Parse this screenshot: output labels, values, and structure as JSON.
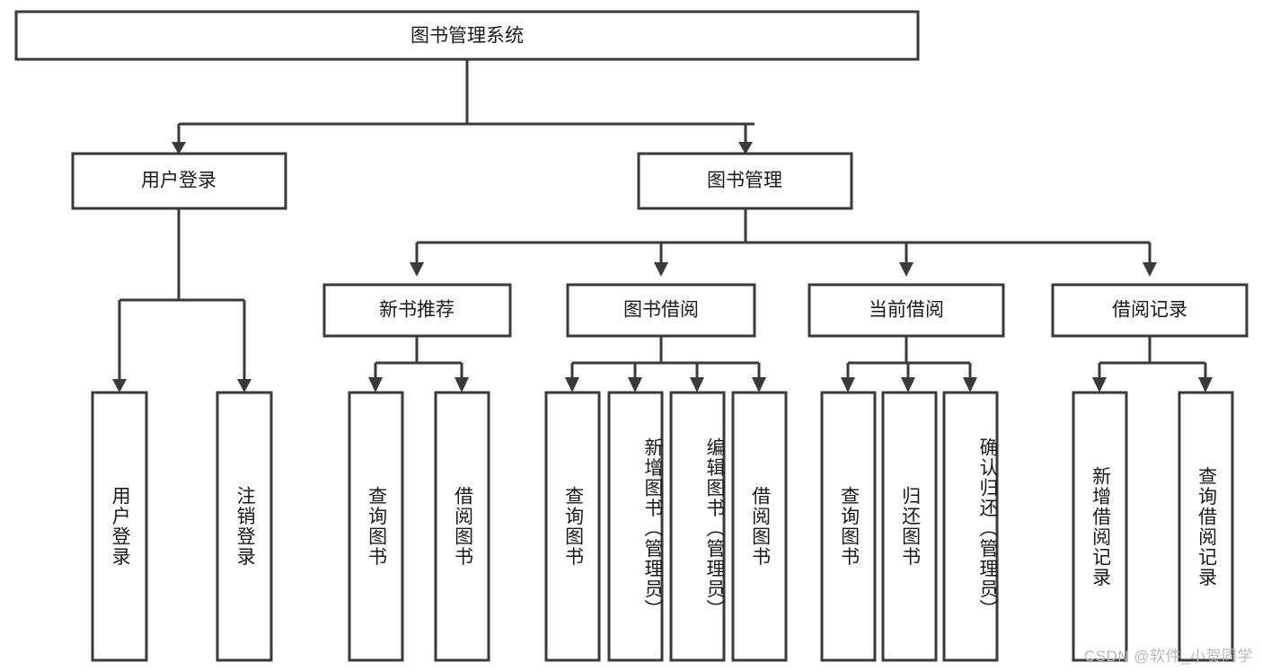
{
  "diagram": {
    "title": "图书管理系统",
    "type": "hierarchy-tree",
    "accent_color": "#3a3a3a",
    "background_color": "#ffffff",
    "root": {
      "label": "图书管理系统",
      "orientation": "horizontal"
    },
    "level2": [
      {
        "label": "用户登录",
        "orientation": "horizontal"
      },
      {
        "label": "图书管理",
        "orientation": "horizontal"
      }
    ],
    "level3": [
      {
        "label": "新书推荐",
        "orientation": "horizontal"
      },
      {
        "label": "图书借阅",
        "orientation": "horizontal"
      },
      {
        "label": "当前借阅",
        "orientation": "horizontal"
      },
      {
        "label": "借阅记录",
        "orientation": "horizontal"
      }
    ],
    "leaves": {
      "user_login": [
        {
          "label": "用户登录",
          "orientation": "vertical"
        },
        {
          "label": "注销登录",
          "orientation": "vertical"
        }
      ],
      "new_book_recommend": [
        {
          "label": "查询图书",
          "orientation": "vertical"
        },
        {
          "label": "借阅图书",
          "orientation": "vertical"
        }
      ],
      "book_borrow": [
        {
          "label": "查询图书",
          "orientation": "vertical"
        },
        {
          "label": "新增图书（管理员）",
          "orientation": "vertical"
        },
        {
          "label": "编辑图书（管理员）",
          "orientation": "vertical"
        },
        {
          "label": "借阅图书",
          "orientation": "vertical"
        }
      ],
      "current_borrow": [
        {
          "label": "查询图书",
          "orientation": "vertical"
        },
        {
          "label": "归还图书",
          "orientation": "vertical"
        },
        {
          "label": "确认归还（管理员）",
          "orientation": "vertical"
        }
      ],
      "borrow_record": [
        {
          "label": "新增借阅记录",
          "orientation": "vertical"
        },
        {
          "label": "查询借阅记录",
          "orientation": "vertical"
        }
      ]
    }
  },
  "watermark": {
    "text": "CSDN @软件_小贺同学"
  }
}
